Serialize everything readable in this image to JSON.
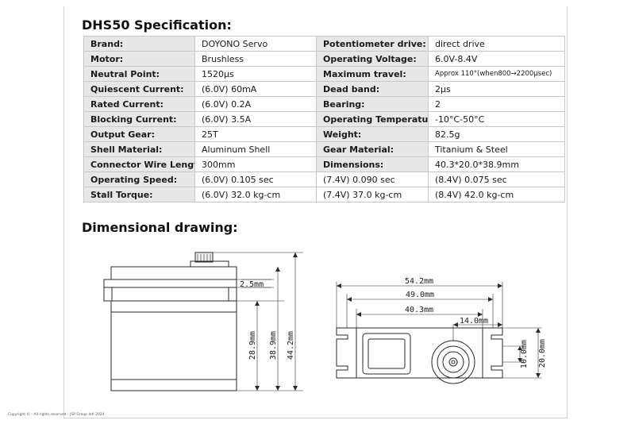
{
  "spec_title": "DHS50 Specification:",
  "drawing_title": "Dimensional drawing:",
  "spec_rows": [
    [
      "Brand:",
      "DOYONO Servo",
      "Potentiometer drive:",
      "direct drive"
    ],
    [
      "Motor:",
      "Brushless",
      "Operating Voltage:",
      "6.0V-8.4V"
    ],
    [
      "Neutral Point:",
      "1520μs",
      "Maximum travel:",
      "Approx 110°(when800→2200μsec)"
    ],
    [
      "Quiescent Current:",
      "(6.0V) 60mA",
      "Dead band:",
      "2μs"
    ],
    [
      "Rated Current:",
      "(6.0V) 0.2A",
      "Bearing:",
      "2"
    ],
    [
      "Blocking Current:",
      "(6.0V) 3.5A",
      "Operating Temperature:",
      "-10°C-50°C"
    ],
    [
      "Output Gear:",
      "25T",
      "Weight:",
      "82.5g"
    ],
    [
      "Shell Material:",
      "Aluminum Shell",
      "Gear Material:",
      "Titanium & Steel"
    ],
    [
      "Connector Wire Length:",
      "300mm",
      "Dimensions:",
      "40.3*20.0*38.9mm"
    ]
  ],
  "speed_row": [
    "Operating Speed:",
    "(6.0V) 0.105 sec",
    "(7.4V) 0.090 sec",
    "(8.4V) 0.075 sec"
  ],
  "torque_row": [
    "Stall Torque:",
    "(6.0V) 32.0 kg-cm",
    "(7.4V) 37.0 kg-cm",
    "(8.4V) 42.0 kg-cm"
  ],
  "dims": {
    "d_2_5": "2.5mm",
    "d_28_9": "28.9mm",
    "d_38_9": "38.9mm",
    "d_44_2": "44.2mm",
    "d_54_2": "54.2mm",
    "d_49_0": "49.0mm",
    "d_40_3": "40.3mm",
    "d_14_0": "14.0mm",
    "d_10_0": "10.0mm",
    "d_20_0": "20.0mm"
  },
  "copyright": "Copyright © - All rights reserved - JSP Group Intl 2024"
}
